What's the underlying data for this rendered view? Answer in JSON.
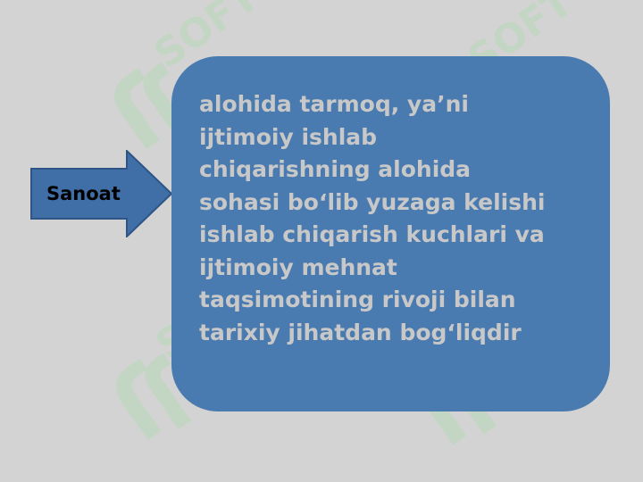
{
  "arrow": {
    "label": "Sanoat",
    "fill": "#3f6fa6",
    "stroke": "#2e5585"
  },
  "text_box": {
    "text": "alohida tarmoq, ya’ni\nijtimoiy ishlab\nchiqarishning alohida\nsohasi bo‘lib yuzaga kelishi\nishlab chiqarish kuchlari va\nijtimoiy mehnat\ntaqsimotining rivoji bilan\ntarixiy jihatdan bog‘liqdir",
    "background": "#4a7bb0",
    "text_color": "#c8c8c8"
  },
  "watermark": {
    "text": "SOFT",
    "color": "#a8d8a8"
  }
}
